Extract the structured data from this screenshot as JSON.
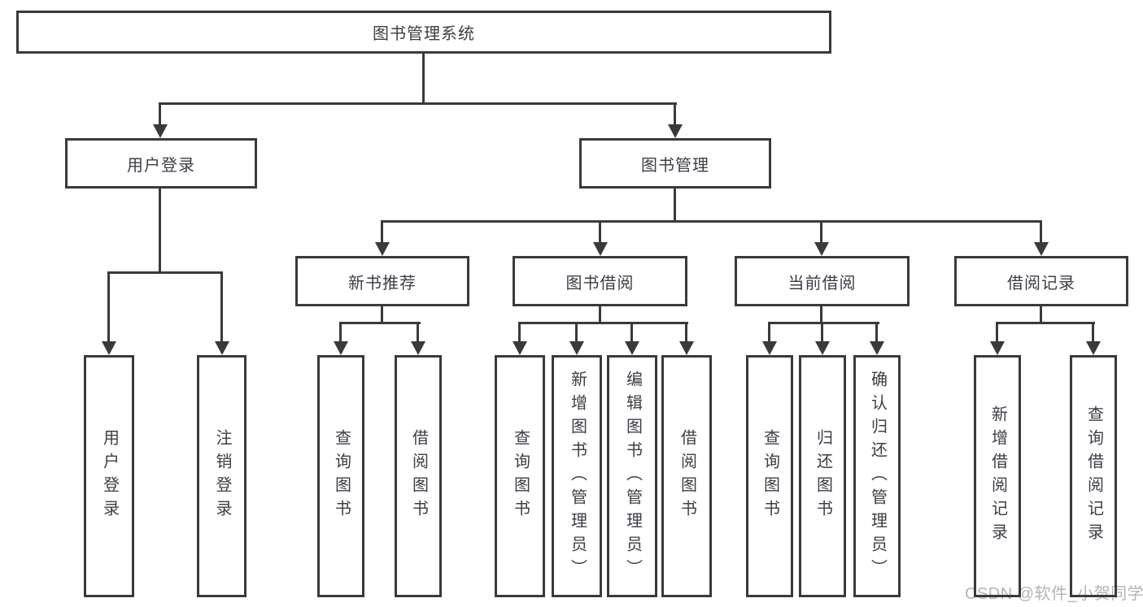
{
  "diagram_type": "hierarchy-tree",
  "tree": {
    "label": "图书管理系统",
    "children": [
      {
        "label": "用户登录",
        "children": [
          {
            "label": "用户登录"
          },
          {
            "label": "注销登录"
          }
        ]
      },
      {
        "label": "图书管理",
        "children": [
          {
            "label": "新书推荐",
            "children": [
              {
                "label": "查询图书"
              },
              {
                "label": "借阅图书"
              }
            ]
          },
          {
            "label": "图书借阅",
            "children": [
              {
                "label": "查询图书"
              },
              {
                "label": "新增图书（管理员）"
              },
              {
                "label": "编辑图书（管理员）"
              },
              {
                "label": "借阅图书"
              }
            ]
          },
          {
            "label": "当前借阅",
            "children": [
              {
                "label": "查询图书"
              },
              {
                "label": "归还图书"
              },
              {
                "label": "确认归还（管理员）"
              }
            ]
          },
          {
            "label": "借阅记录",
            "children": [
              {
                "label": "新增借阅记录"
              },
              {
                "label": "查询借阅记录"
              }
            ]
          }
        ]
      }
    ]
  },
  "watermark": "CSDN @软件_小贺同学",
  "colors": {
    "line": "#3a3a3a",
    "text": "#3d3d46",
    "watermark": "#b4b4b4"
  }
}
